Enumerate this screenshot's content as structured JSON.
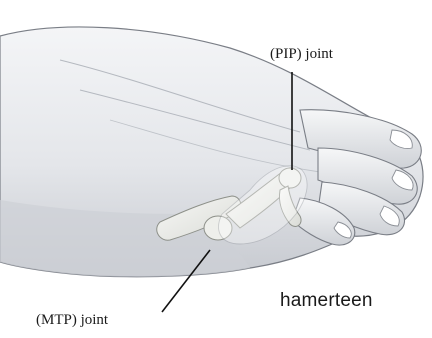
{
  "labels": {
    "pip_joint": "(PIP) joint",
    "mtp_joint": "(MTP) joint",
    "caption": "hamerteen"
  },
  "colors": {
    "skin_fill": "#e9ebee",
    "skin_shadow": "#c9ccd2",
    "outline": "#6f737a",
    "leader_line": "#111111"
  }
}
